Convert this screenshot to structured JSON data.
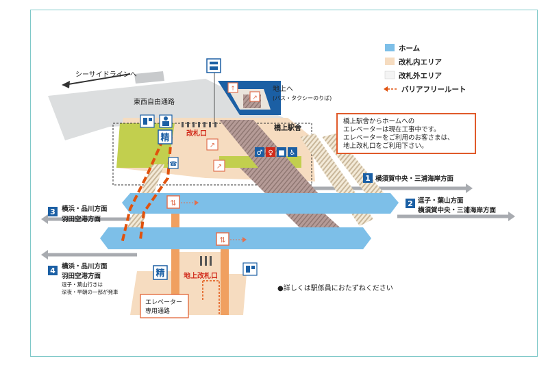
{
  "legend": {
    "platform": "ホーム",
    "inside_gate": "改札内エリア",
    "outside_gate": "改札外エリア",
    "barrier_free": "バリアフリールート"
  },
  "labels": {
    "seaside_line": "シーサイドラインへ",
    "free_passage": "東西自由通路",
    "above_ground_line1": "地上へ",
    "above_ground_line2": "(バス・タクシーのりば)",
    "station_building": "橋上駅舎",
    "ticket_gate": "改札口",
    "ground_ticket_gate": "地上改札口",
    "elevator_passage_line1": "エレベーター",
    "elevator_passage_line2": "専用通路",
    "ask_staff": "●詳しくは駅係員におたずねください",
    "fare_adjust": "精"
  },
  "notice": {
    "line1": "橋上駅舎からホームへの",
    "line2": "エレベーターは現在工事中です。",
    "line3": "エレベーターをご利用のお客さまは、",
    "line4": "地上改札口をご利用下さい。"
  },
  "tracks": [
    {
      "number": "1",
      "line1": "横須賀中央・三浦海岸方面",
      "line2": ""
    },
    {
      "number": "2",
      "line1": "逗子・葉山方面",
      "line2": "横須賀中央・三浦海岸方面"
    },
    {
      "number": "3",
      "line1": "横浜・品川方面",
      "line2": "羽田空港方面"
    },
    {
      "number": "4",
      "line1": "横浜・品川方面",
      "line2": "羽田空港方面",
      "note1": "逗子・葉山行きは",
      "note2": "深夜・早朝の一部が発車"
    }
  ],
  "colors": {
    "platform": "#7dbfe8",
    "inside_gate": "#f6dcc0",
    "outside_gate": "#e8e9ea",
    "free_passage": "#dcdedf",
    "bus_exit": "#1b5fa4",
    "yellow_green": "#c2cf4e",
    "track_num": "#1b5fa4",
    "route": "#e0520e",
    "notice_border": "#e05a2a"
  }
}
